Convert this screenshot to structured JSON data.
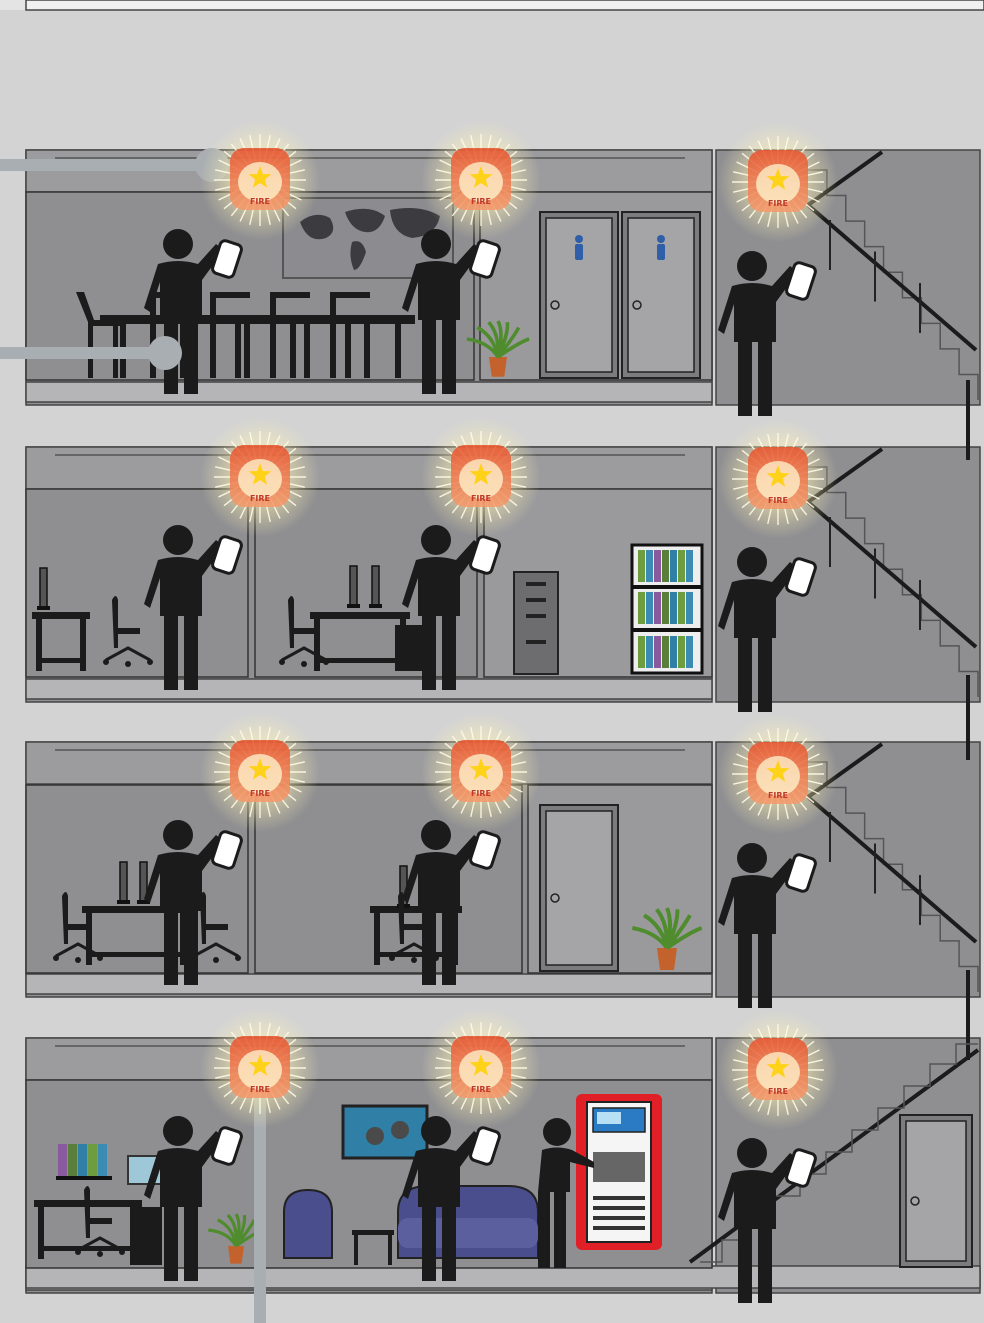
{
  "strobe": {
    "label": "FIRE",
    "lens_color": "#f26a3c",
    "glow_color": "#fff3b0",
    "star_color": "#ffd21a"
  },
  "colors": {
    "background": "#d3d3d3",
    "wall": "#8f8f92",
    "wall_light": "#a3a3a6",
    "ceiling": "#9c9c9f",
    "floor_slab": "#b5b5b8",
    "silhouette": "#1b1b1b",
    "device_screen": "#ffffff",
    "pipe": "#a9aeb2",
    "fire_panel_frame": "#e02026",
    "sofa": "#4b4e8c",
    "binder_colors": [
      "#6e9d3f",
      "#3b8bb4",
      "#8a5a9e",
      "#5a7f3a",
      "#2f7fa6"
    ]
  },
  "floors": [
    {
      "id": "floor-4",
      "rooms": [
        "conference-room",
        "restrooms",
        "stairwell"
      ]
    },
    {
      "id": "floor-3",
      "rooms": [
        "office-left",
        "office-right",
        "file-room",
        "stairwell"
      ]
    },
    {
      "id": "floor-2",
      "rooms": [
        "office-left",
        "office-right",
        "corridor",
        "stairwell"
      ]
    },
    {
      "id": "floor-1",
      "rooms": [
        "office",
        "lounge",
        "fire-panel",
        "stairwell-exit"
      ]
    }
  ],
  "icons": {
    "restroom_sign": "person-icon",
    "strobe": "fire-strobe-icon",
    "person": "person-with-phone-icon"
  }
}
